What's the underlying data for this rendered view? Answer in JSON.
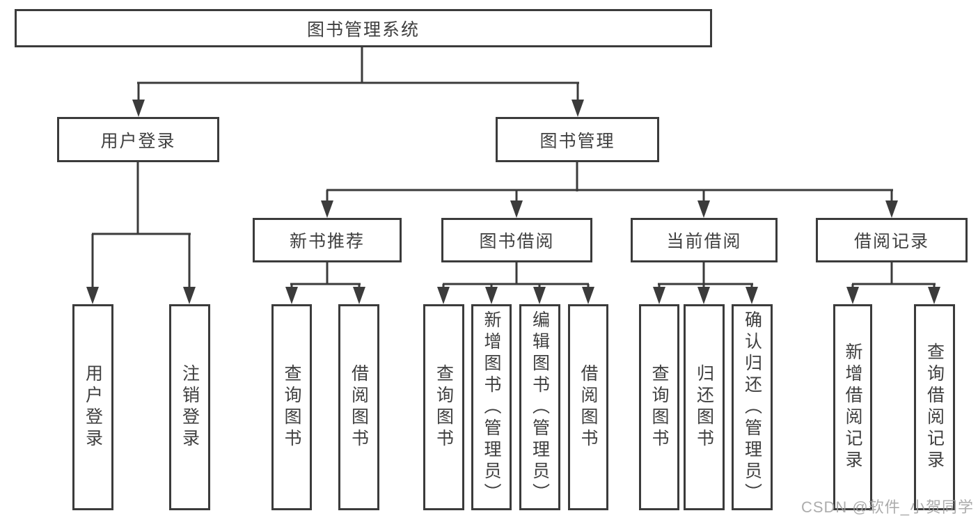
{
  "tree": {
    "root": "图书管理系统",
    "user_login": {
      "label": "用户登录",
      "children": [
        "用户登录",
        "注销登录"
      ]
    },
    "book_management": {
      "label": "图书管理"
    },
    "new_book_recommend": {
      "label": "新书推荐",
      "children": [
        "查询图书",
        "借阅图书"
      ]
    },
    "book_borrow": {
      "label": "图书借阅",
      "children": [
        "查询图书",
        "新增图书（管理员）",
        "编辑图书（管理员）",
        "借阅图书"
      ]
    },
    "current_borrow": {
      "label": "当前借阅",
      "children": [
        "查询图书",
        "归还图书",
        "确认归还（管理员）"
      ]
    },
    "borrow_records": {
      "label": "借阅记录",
      "children": [
        "新增借阅记录",
        "查询借阅记录"
      ]
    }
  },
  "watermark": "CSDN @软件_小贺同学",
  "colors": {
    "line": "#3b3b3b",
    "text": "#3f3f3f",
    "watermark": "#9e9e9e",
    "background": "#ffffff"
  }
}
